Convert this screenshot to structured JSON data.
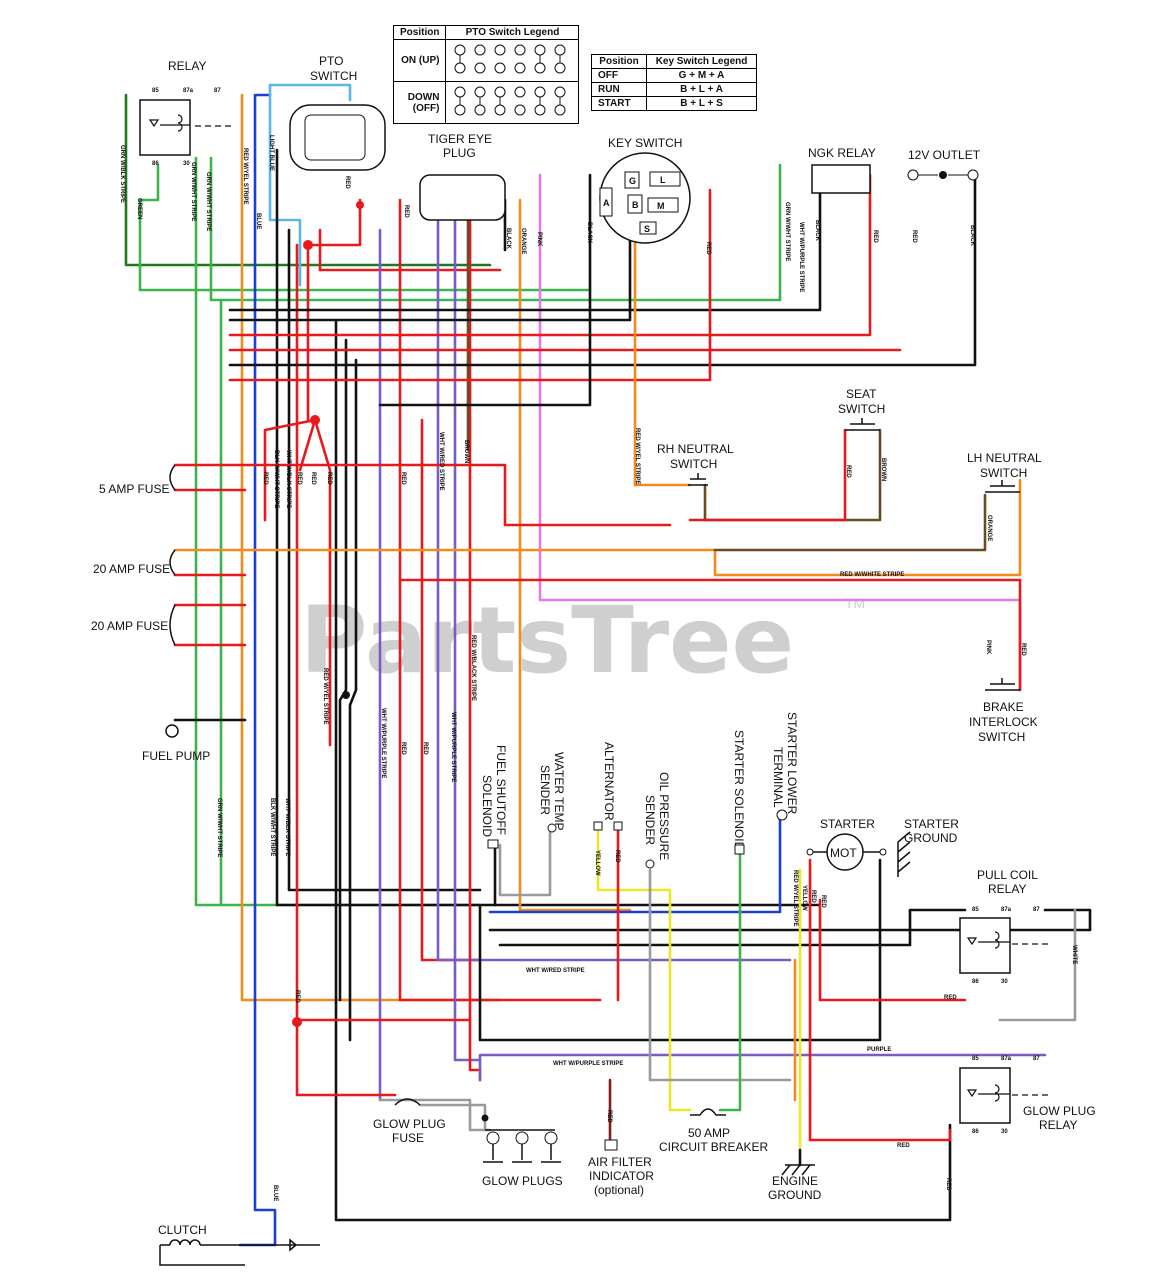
{
  "watermark": {
    "text": "PartsTree",
    "tm": "TM"
  },
  "pto_legend": {
    "header_position": "Position",
    "header_title": "PTO Switch Legend",
    "rows": [
      "ON (UP)",
      "DOWN (OFF)"
    ]
  },
  "key_legend": {
    "header_position": "Position",
    "header_title": "Key Switch Legend",
    "rows": [
      {
        "position": "OFF",
        "value": "G + M + A"
      },
      {
        "position": "RUN",
        "value": "B + L + A"
      },
      {
        "position": "START",
        "value": "B + L + S"
      }
    ]
  },
  "components": {
    "relay": "RELAY",
    "pto_switch": [
      "PTO",
      "SWITCH"
    ],
    "tiger_eye": [
      "TIGER EYE",
      "PLUG"
    ],
    "key_switch": "KEY SWITCH",
    "ngk_relay": "NGK RELAY",
    "outlet": "12V OUTLET",
    "seat_switch": [
      "SEAT",
      "SWITCH"
    ],
    "rh_neutral": [
      "RH NEUTRAL",
      "SWITCH"
    ],
    "lh_neutral": [
      "LH NEUTRAL",
      "SWITCH"
    ],
    "fuse5": "5 AMP FUSE",
    "fuse20a": "20 AMP FUSE",
    "fuse20b": "20 AMP FUSE",
    "brake": [
      "BRAKE",
      "INTERLOCK",
      "SWITCH"
    ],
    "fuel_pump": "FUEL PUMP",
    "fuel_shutoff": [
      "FUEL SHUTOFF",
      "SOLENOID"
    ],
    "water_temp": [
      "WATER TEMP",
      "SENDER"
    ],
    "alternator": "ALTERNATOR",
    "oil_pressure": [
      "OIL PRESSURE",
      "SENDER"
    ],
    "starter_solenoid": "STARTER SOLENOID",
    "starter_lower": [
      "STARTER LOWER",
      "TERMINAL"
    ],
    "starter": "STARTER",
    "starter_ground": [
      "STARTER",
      "GROUND"
    ],
    "pull_coil": [
      "PULL COIL",
      "RELAY"
    ],
    "glow_plug_relay": [
      "GLOW PLUG",
      "RELAY"
    ],
    "glow_plug_fuse": [
      "GLOW PLUG",
      "FUSE"
    ],
    "glow_plugs": "GLOW PLUGS",
    "air_filter": [
      "AIR FILTER",
      "INDICATOR",
      "(optional)"
    ],
    "circuit_breaker": [
      "50 AMP",
      "CIRCUIT BREAKER"
    ],
    "engine_ground": [
      "ENGINE",
      "GROUND"
    ],
    "clutch": "CLUTCH",
    "mot": "MOT"
  },
  "relay_pins": [
    "85",
    "87a",
    "87",
    "86",
    "30"
  ],
  "key_terminals": [
    "G",
    "L",
    "A",
    "B",
    "M",
    "S"
  ],
  "wire_labels": {
    "grn_blk": "GRN W/BLK STRIPE",
    "green": "GREEN",
    "grn_wht": "GRN W/WHT STRIPE",
    "red_yel": "RED W/YEL STRIPE",
    "blue": "BLUE",
    "light_blue": "LIGHT BLUE",
    "red": "RED",
    "black": "BLACK",
    "orange": "ORANGE",
    "pink": "PINK",
    "brown": "BROWN",
    "wht_purple": "WHT W/PURPLE STRIPE",
    "wht_red": "WHT W/RED STRIPE",
    "blk_wht": "BLK W/WHT STRIPE",
    "wht_blk": "WHT W/BLK STRIPE",
    "red_white": "RED W/WHITE STRIPE",
    "red_black": "RED W/BLACK STRIPE",
    "yellow": "YELLOW",
    "white": "WHITE",
    "purple": "PURPLE"
  },
  "colors": {
    "red": "#e8191c",
    "black": "#111111",
    "green": "#3cb44b",
    "dkgreen": "#1f7a1f",
    "orange": "#f28a1c",
    "blue": "#1d3fd1",
    "lightblue": "#5db4e6",
    "purple": "#7b5cc4",
    "pink": "#e07ae8",
    "brown": "#6b4b22",
    "yellow": "#e8e82a",
    "gray": "#9a9a9a",
    "darkred": "#8b1a1a"
  }
}
